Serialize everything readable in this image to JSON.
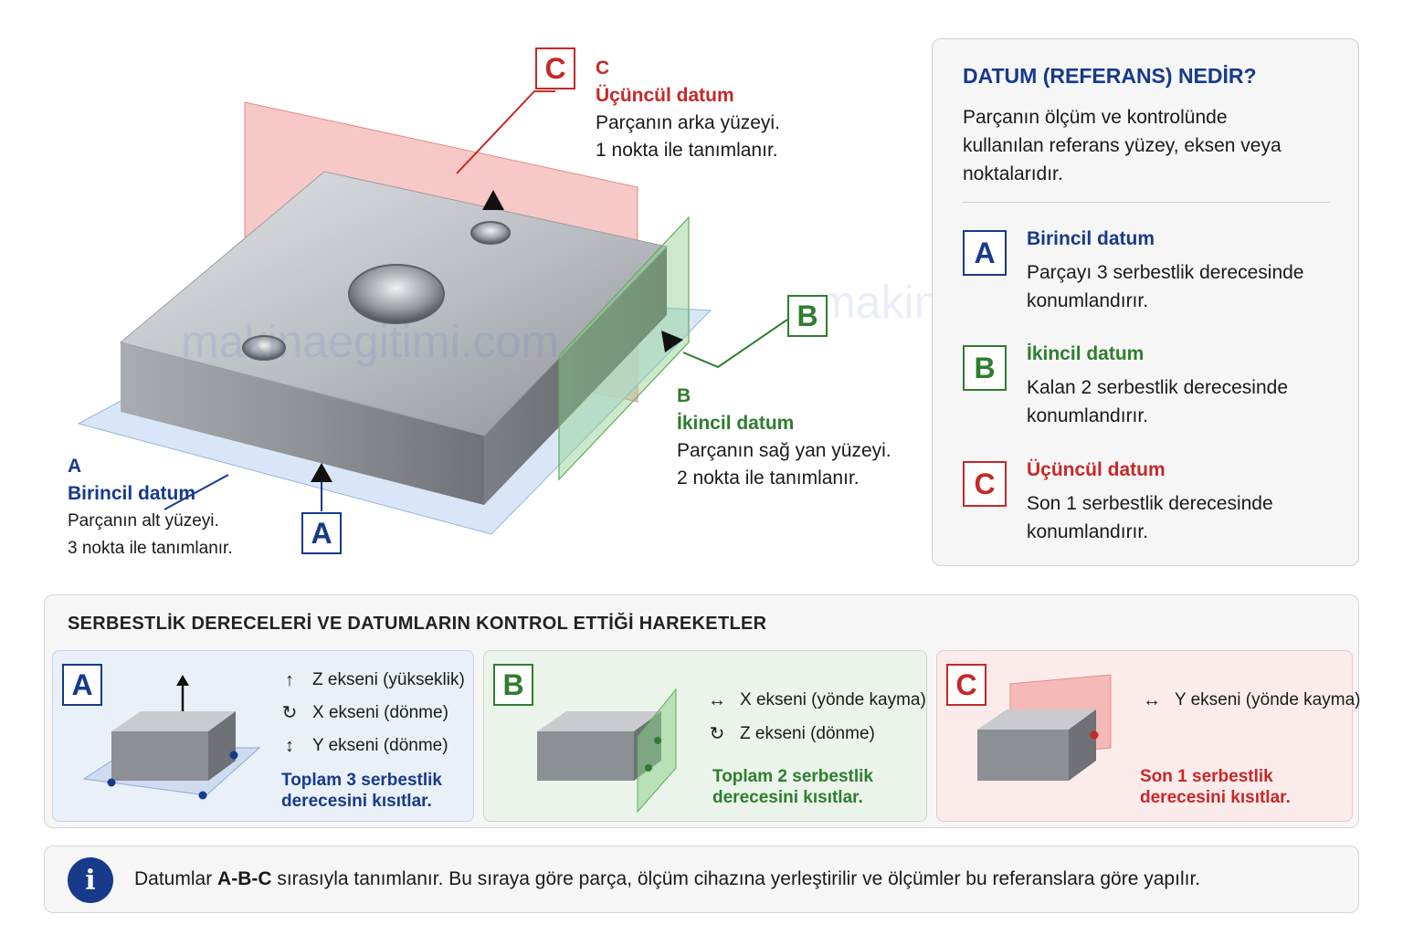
{
  "watermark": "makinaegitimi.com",
  "colors": {
    "primary": "#173a8a",
    "secondary": "#2f7d2f",
    "tertiary": "#c62828"
  },
  "diagram": {
    "datum_a": {
      "letter": "A",
      "title": "Birincil datum",
      "desc1": "Parçanın alt yüzeyi.",
      "desc2": "3 nokta ile tanımlanır."
    },
    "datum_b": {
      "letter": "B",
      "title": "İkincil datum",
      "desc1": "Parçanın sağ yan yüzeyi.",
      "desc2": "2 nokta ile tanımlanır."
    },
    "datum_c": {
      "letter": "C",
      "title": "Üçüncül datum",
      "desc1": "Parçanın arka yüzeyi.",
      "desc2": "1 nokta ile tanımlanır."
    }
  },
  "card": {
    "title": "DATUM (REFERANS) NEDİR?",
    "desc": "Parçanın ölçüm ve kontrolünde kullanılan referans yüzey, eksen veya noktalarıdır.",
    "items": [
      {
        "letter": "A",
        "title": "Birincil datum",
        "desc": "Parçayı 3 serbestlik derecesinde konumlandırır."
      },
      {
        "letter": "B",
        "title": "İkincil datum",
        "desc": "Kalan 2 serbestlik derecesinde konumlandırır."
      },
      {
        "letter": "C",
        "title": "Üçüncül datum",
        "desc": "Son 1 serbestlik derecesinde konumlandırır."
      }
    ]
  },
  "dof": {
    "title": "SERBESTLİK DERECELERİ VE DATUMLARIN KONTROL ETTİĞİ HAREKETLER",
    "panel_a": {
      "letter": "A",
      "moves": [
        {
          "icon": "up-arrow-icon",
          "text": "Z ekseni (yükseklik)"
        },
        {
          "icon": "rotate-icon",
          "text": "X ekseni (dönme)"
        },
        {
          "icon": "up-down-arrow-icon",
          "text": "Y ekseni (dönme)"
        }
      ],
      "note1": "Toplam 3 serbestlik",
      "note2": "derecesini kısıtlar."
    },
    "panel_b": {
      "letter": "B",
      "moves": [
        {
          "icon": "left-right-arrow-icon",
          "text": "X ekseni (yönde kayma)"
        },
        {
          "icon": "rotate-icon",
          "text": "Z ekseni (dönme)"
        }
      ],
      "note1": "Toplam 2 serbestlik",
      "note2": "derecesini kısıtlar."
    },
    "panel_c": {
      "letter": "C",
      "moves": [
        {
          "icon": "left-right-arrow-icon",
          "text": "Y ekseni (yönde kayma)"
        }
      ],
      "note1": "Son 1 serbestlik",
      "note2": "derecesini kısıtlar."
    }
  },
  "info": {
    "prefix": "Datumlar ",
    "order": "A-B-C",
    "suffix": " sırasıyla tanımlanır. Bu sıraya göre parça, ölçüm cihazına yerleştirilir ve ölçümler bu referanslara göre yapılır."
  }
}
